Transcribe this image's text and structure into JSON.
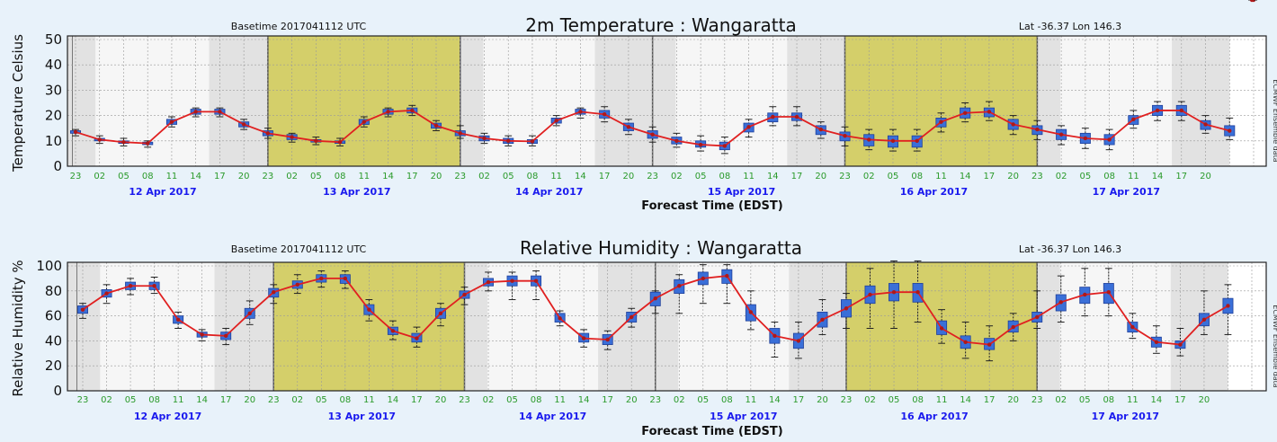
{
  "colors": {
    "line": "#e02020",
    "box": "#3a6fd8",
    "whisker": "#222222",
    "night_shade": "#e2e2e2",
    "day_shade": "#f6f6f6",
    "highlight": "#d4cf6a",
    "grid": "#9a9a9a",
    "x_tick_text": "#2a9a2a",
    "day_label_text": "#1a1aee"
  },
  "chart_data": [
    {
      "type": "box",
      "title": "2m Temperature : Wangaratta",
      "basetime": "Basetime 2017041112 UTC",
      "location": "Lat -36.37 Lon 146.3",
      "ylabel": "Temperature Celsius",
      "xlabel": "Forecast Time (EDST)",
      "side_label": "ECMWF Ensemble data",
      "ylim": [
        0,
        50
      ],
      "yticks": [
        0,
        10,
        20,
        30,
        40,
        50
      ],
      "grid": true,
      "x_tick_labels": [
        "23",
        "02",
        "05",
        "08",
        "11",
        "14",
        "17",
        "20",
        "23",
        "02",
        "05",
        "08",
        "11",
        "14",
        "17",
        "20",
        "23",
        "02",
        "05",
        "08",
        "11",
        "14",
        "17",
        "20",
        "23",
        "02",
        "05",
        "08",
        "11",
        "14",
        "17",
        "20",
        "23",
        "02",
        "05",
        "08",
        "11",
        "14",
        "17",
        "20",
        "23",
        "02",
        "05",
        "08",
        "11",
        "14",
        "17",
        "20"
      ],
      "day_labels": [
        "12 Apr 2017",
        "13 Apr 2017",
        "14 Apr 2017",
        "15 Apr 2017",
        "16 Apr 2017",
        "17 Apr 2017"
      ],
      "highlighted_days": [
        "13 Apr 2017",
        "16 Apr 2017"
      ],
      "series": [
        {
          "kind": "median_line",
          "x_hours": [
            0,
            3,
            6,
            9,
            12,
            15,
            18,
            21,
            24,
            27,
            30,
            33,
            36,
            39,
            42,
            45,
            48,
            51,
            54,
            57,
            60,
            63,
            66,
            69,
            72,
            75,
            78,
            81,
            84,
            87,
            90,
            93,
            96,
            99,
            102,
            105,
            108,
            111,
            114,
            117,
            120,
            123,
            126,
            129,
            132,
            135,
            138,
            141,
            144,
            147
          ],
          "values": [
            13.5,
            10.5,
            9.5,
            9,
            17.5,
            21.5,
            21.5,
            16.5,
            13,
            11.5,
            10,
            9.5,
            17.5,
            21.5,
            22,
            16,
            13,
            11,
            10,
            9.8,
            18,
            21.5,
            20.5,
            15.5,
            12.5,
            10,
            8.5,
            8,
            15.5,
            19.5,
            19.5,
            14.5,
            12,
            10.5,
            10,
            10,
            17.5,
            21,
            21.5,
            16.5,
            14.5,
            12.5,
            11,
            10.5,
            18.5,
            22,
            22,
            16.5,
            14
          ]
        },
        {
          "kind": "box",
          "q1": [
            13,
            10,
            9,
            8.5,
            16.5,
            20.5,
            20.5,
            15.5,
            12,
            10.5,
            9.5,
            9,
            16.5,
            20.5,
            21,
            15,
            12,
            10,
            9,
            9,
            17,
            20.5,
            19,
            14,
            11,
            8.8,
            7.5,
            6.5,
            13.5,
            17.5,
            18,
            12.5,
            10,
            8,
            7.5,
            7.5,
            15.5,
            19,
            19.5,
            14.5,
            12.5,
            10.5,
            9,
            8.5,
            16.5,
            20,
            20,
            14.5,
            12
          ],
          "q3": [
            14,
            11,
            10,
            9.5,
            18.5,
            22.5,
            22.5,
            17.5,
            14,
            12.5,
            10.5,
            10,
            18.5,
            22.5,
            23,
            17,
            14,
            12,
            11,
            10.5,
            19,
            22.5,
            22,
            17,
            14,
            11.5,
            10,
            9.5,
            17,
            21,
            21,
            16,
            13.5,
            12.5,
            12,
            12,
            19,
            23,
            23,
            18.5,
            16,
            14.5,
            13,
            12.5,
            20,
            24,
            24,
            18,
            16
          ],
          "min": [
            12,
            9,
            8,
            7.5,
            15.5,
            19.5,
            19.5,
            14.5,
            11,
            9.5,
            8.5,
            8,
            15.5,
            19.5,
            20,
            14,
            11,
            9,
            8,
            8,
            16,
            19,
            17.5,
            12.5,
            9.5,
            7.5,
            6,
            5,
            11.5,
            16,
            16,
            11,
            8,
            6.5,
            6,
            6,
            13.5,
            17.5,
            18,
            12.5,
            10.5,
            8.5,
            7,
            6.5,
            15,
            18,
            18,
            13,
            10.5
          ],
          "max": [
            14.5,
            12,
            11,
            10,
            19.5,
            23,
            23,
            18.5,
            15,
            13,
            11.5,
            11,
            19.5,
            23,
            24,
            18,
            16,
            13,
            12,
            12,
            20,
            23,
            23.5,
            18.5,
            15.5,
            13,
            12,
            11.5,
            18.5,
            23.5,
            23.5,
            17.5,
            15.5,
            14.5,
            14.5,
            14.5,
            21,
            25,
            25.5,
            20,
            18,
            16,
            15,
            14.5,
            22,
            25.5,
            25.5,
            20,
            19
          ]
        }
      ]
    },
    {
      "type": "box",
      "title": "Relative Humidity : Wangaratta",
      "basetime": "Basetime 2017041112 UTC",
      "location": "Lat -36.37 Lon 146.3",
      "ylabel": "Relative Humidity %",
      "xlabel": "Forecast Time (EDST)",
      "side_label": "ECMWF Ensemble data",
      "ylim": [
        0,
        100
      ],
      "yticks": [
        0,
        20,
        40,
        60,
        80,
        100
      ],
      "grid": true,
      "x_tick_labels": [
        "23",
        "02",
        "05",
        "08",
        "11",
        "14",
        "17",
        "20",
        "23",
        "02",
        "05",
        "08",
        "11",
        "14",
        "17",
        "20",
        "23",
        "02",
        "05",
        "08",
        "11",
        "14",
        "17",
        "20",
        "23",
        "02",
        "05",
        "08",
        "11",
        "14",
        "17",
        "20",
        "23",
        "02",
        "05",
        "08",
        "11",
        "14",
        "17",
        "20",
        "23",
        "02",
        "05",
        "08",
        "11",
        "14",
        "17",
        "20"
      ],
      "day_labels": [
        "12 Apr 2017",
        "13 Apr 2017",
        "14 Apr 2017",
        "15 Apr 2017",
        "16 Apr 2017",
        "17 Apr 2017"
      ],
      "highlighted_days": [
        "13 Apr 2017",
        "16 Apr 2017"
      ],
      "series": [
        {
          "kind": "median_line",
          "x_hours": [
            0,
            3,
            6,
            9,
            12,
            15,
            18,
            21,
            24,
            27,
            30,
            33,
            36,
            39,
            42,
            45,
            48,
            51,
            54,
            57,
            60,
            63,
            66,
            69,
            72,
            75,
            78,
            81,
            84,
            87,
            90,
            93,
            96,
            99,
            102,
            105,
            108,
            111,
            114,
            117,
            120,
            123,
            126,
            129,
            132,
            135,
            138,
            141,
            144,
            147
          ],
          "values": [
            65,
            78,
            84,
            84,
            57,
            45,
            44,
            62,
            79,
            85,
            90,
            90,
            65,
            48,
            42,
            62,
            77,
            87,
            88,
            88,
            58,
            42,
            41,
            59,
            74,
            84,
            90,
            92,
            63,
            44,
            40,
            57,
            66,
            77,
            79,
            79,
            50,
            39,
            37,
            51,
            59,
            71,
            77,
            79,
            51,
            39,
            37,
            57,
            68
          ]
        },
        {
          "kind": "box",
          "q1": [
            62,
            75,
            81,
            81,
            54,
            43,
            41,
            58,
            75,
            82,
            87,
            86,
            61,
            45,
            39,
            58,
            74,
            84,
            84,
            84,
            55,
            39,
            37,
            55,
            68,
            78,
            85,
            86,
            56,
            38,
            34,
            51,
            59,
            70,
            72,
            71,
            45,
            34,
            33,
            47,
            55,
            64,
            70,
            70,
            47,
            35,
            34,
            52,
            62
          ],
          "q3": [
            68,
            81,
            87,
            87,
            60,
            47,
            47,
            66,
            82,
            88,
            93,
            93,
            69,
            51,
            46,
            66,
            80,
            90,
            92,
            92,
            62,
            46,
            45,
            63,
            79,
            89,
            95,
            97,
            69,
            50,
            46,
            63,
            73,
            84,
            86,
            86,
            56,
            44,
            42,
            56,
            63,
            77,
            83,
            86,
            55,
            43,
            40,
            62,
            74
          ],
          "min": [
            58,
            70,
            77,
            78,
            50,
            40,
            37,
            53,
            70,
            78,
            83,
            82,
            56,
            41,
            35,
            52,
            69,
            80,
            73,
            73,
            52,
            35,
            33,
            51,
            62,
            62,
            70,
            70,
            49,
            27,
            26,
            45,
            50,
            50,
            50,
            55,
            38,
            26,
            24,
            40,
            50,
            55,
            60,
            60,
            42,
            30,
            28,
            45,
            45
          ],
          "max": [
            70,
            85,
            90,
            91,
            63,
            49,
            50,
            72,
            85,
            93,
            96,
            96,
            73,
            56,
            51,
            70,
            83,
            95,
            95,
            96,
            64,
            49,
            48,
            66,
            80,
            93,
            101,
            101,
            80,
            55,
            55,
            73,
            78,
            98,
            104,
            104,
            65,
            55,
            52,
            62,
            80,
            92,
            98,
            98,
            62,
            52,
            50,
            80,
            85
          ]
        }
      ]
    }
  ]
}
